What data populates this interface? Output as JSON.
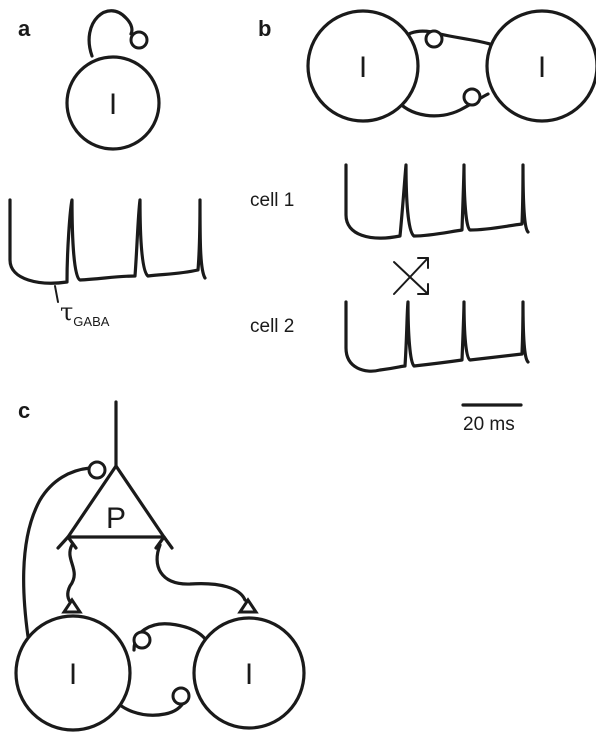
{
  "panels": {
    "a": {
      "letter": "a",
      "cell_label": "I",
      "tau_symbol": "τ",
      "tau_subscript": "GABA"
    },
    "b": {
      "letter": "b",
      "cell_left_label": "I",
      "cell_right_label": "I",
      "trace1_label": "cell 1",
      "trace2_label": "cell 2",
      "scale_bar_label": "20 ms"
    },
    "c": {
      "letter": "c",
      "pyramidal_label": "P",
      "cell_left_label": "I",
      "cell_right_label": "I"
    }
  }
}
